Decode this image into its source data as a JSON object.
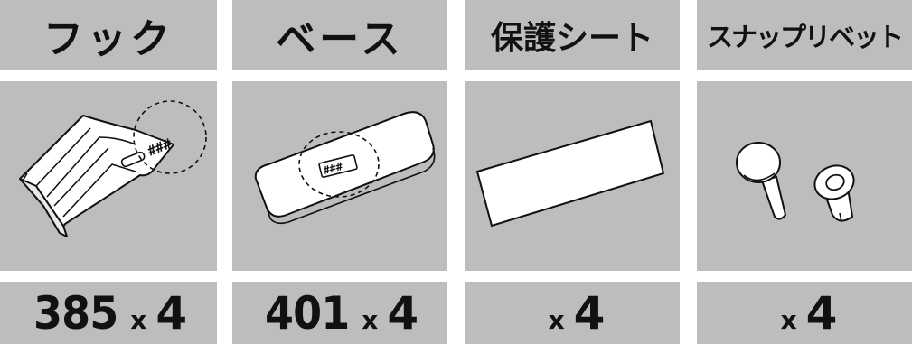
{
  "parts": [
    {
      "name": "フック",
      "code": "385",
      "x": "x",
      "count": "4",
      "marking": "###"
    },
    {
      "name": "ベース",
      "code": "401",
      "x": "x",
      "count": "4",
      "marking": "###"
    },
    {
      "name": "保護シート",
      "code": "",
      "x": "x",
      "count": "4"
    },
    {
      "name": "スナップリベット",
      "code": "",
      "x": "x",
      "count": "4"
    }
  ]
}
